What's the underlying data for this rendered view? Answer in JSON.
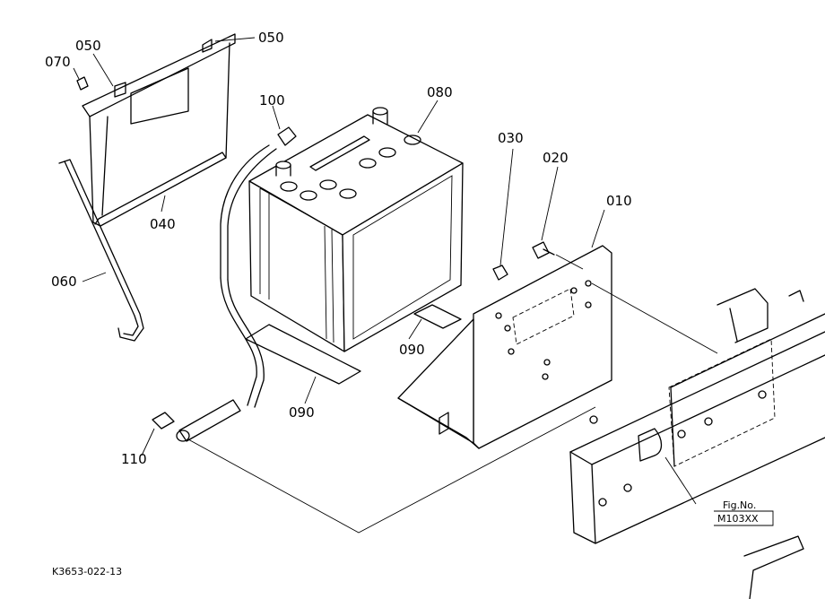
{
  "parts": [
    {
      "id": "p010",
      "number": "010"
    },
    {
      "id": "p020",
      "number": "020"
    },
    {
      "id": "p030",
      "number": "030"
    },
    {
      "id": "p040",
      "number": "040"
    },
    {
      "id": "p050a",
      "number": "050"
    },
    {
      "id": "p050b",
      "number": "050"
    },
    {
      "id": "p060",
      "number": "060"
    },
    {
      "id": "p070",
      "number": "070"
    },
    {
      "id": "p080",
      "number": "080"
    },
    {
      "id": "p090a",
      "number": "090"
    },
    {
      "id": "p090b",
      "number": "090"
    },
    {
      "id": "p100",
      "number": "100"
    },
    {
      "id": "p110",
      "number": "110"
    }
  ],
  "figure_ref": {
    "line1": "Fig.No.",
    "line2": "M103XX"
  },
  "drawing_code": "K3653-022-13"
}
